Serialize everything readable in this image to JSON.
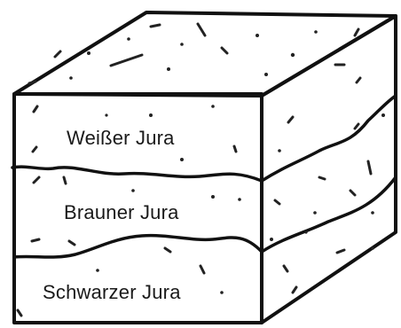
{
  "layers": [
    {
      "label": "Weißer Jura"
    },
    {
      "label": "Brauner Jura"
    },
    {
      "label": "Schwarzer Jura"
    }
  ]
}
